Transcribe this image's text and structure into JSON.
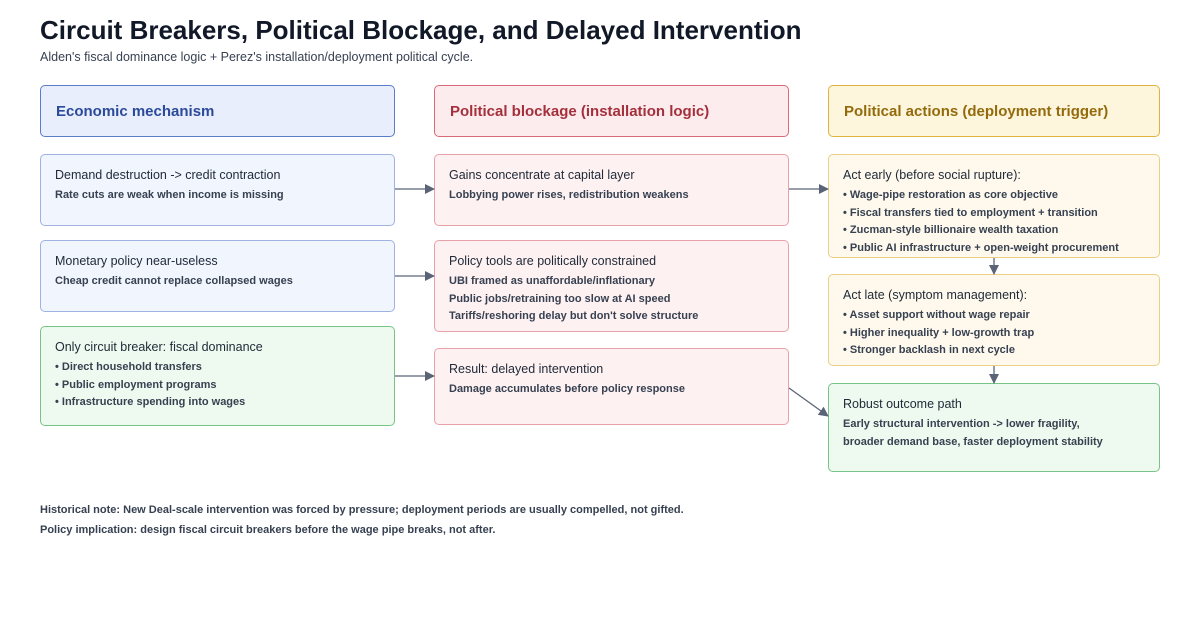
{
  "title": "Circuit Breakers, Political Blockage, and Delayed Intervention",
  "subtitle": "Alden's fiscal dominance logic + Perez's installation/deployment political cycle.",
  "columns": {
    "economic": "Economic mechanism",
    "political_blockage": "Political blockage (installation logic)",
    "political_actions": "Political actions (deployment trigger)"
  },
  "economic_boxes": [
    {
      "title": "Demand destruction -> credit contraction",
      "lines": [
        "Rate cuts are weak when income is missing"
      ]
    },
    {
      "title": "Monetary policy near-useless",
      "lines": [
        "Cheap credit cannot replace collapsed wages"
      ]
    },
    {
      "title": "Only circuit breaker: fiscal dominance",
      "lines": [
        "• Direct household transfers",
        "• Public employment programs",
        "• Infrastructure spending into wages"
      ]
    }
  ],
  "blockage_boxes": [
    {
      "title": "Gains concentrate at capital layer",
      "lines": [
        "Lobbying power rises, redistribution weakens"
      ]
    },
    {
      "title": "Policy tools are politically constrained",
      "lines": [
        "UBI framed as unaffordable/inflationary",
        "Public jobs/retraining too slow at AI speed",
        "Tariffs/reshoring delay but don't solve structure"
      ]
    },
    {
      "title": "Result: delayed intervention",
      "lines": [
        "Damage accumulates before policy response"
      ]
    }
  ],
  "action_boxes": [
    {
      "title": "Act early (before social rupture):",
      "lines": [
        "• Wage-pipe restoration as core objective",
        "• Fiscal transfers tied to employment + transition",
        "• Zucman-style billionaire wealth taxation",
        "• Public AI infrastructure + open-weight procurement"
      ]
    },
    {
      "title": "Act late (symptom management):",
      "lines": [
        "• Asset support without wage repair",
        "• Higher inequality + low-growth trap",
        "• Stronger backlash in next cycle"
      ]
    },
    {
      "title": "Robust outcome path",
      "lines": [
        "Early structural intervention -> lower fragility,",
        "broader demand base, faster deployment stability"
      ]
    }
  ],
  "notes": [
    "Historical note: New Deal-scale intervention was forced by pressure; deployment periods are usually compelled, not gifted.",
    "Policy implication: design fiscal circuit breakers before the wage pipe breaks, not after."
  ]
}
